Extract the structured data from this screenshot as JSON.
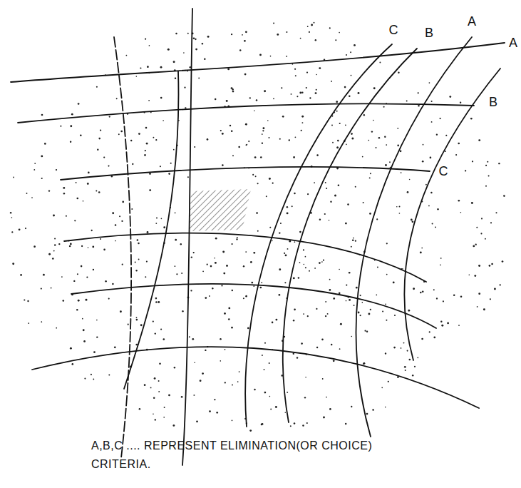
{
  "diagram": {
    "caption": "A,B,C .... REPRESENT ELIMINATION(OR CHOICE) CRITERIA.",
    "labels": [
      "C",
      "B",
      "A",
      "A",
      "B",
      "C"
    ]
  }
}
